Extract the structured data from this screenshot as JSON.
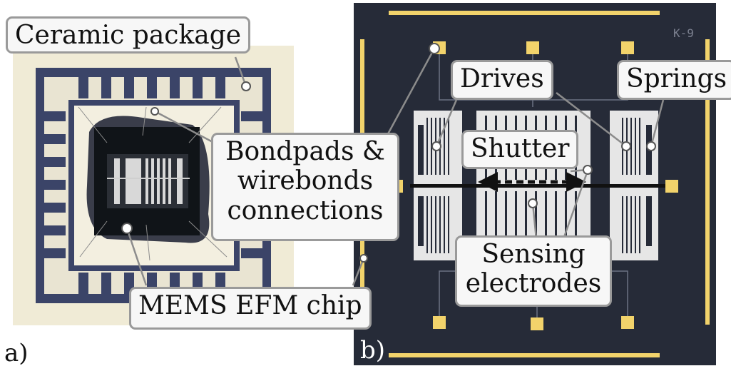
{
  "panel_a": {
    "letter": "a)",
    "labels": {
      "ceramic_package": "Ceramic package",
      "bondpads": [
        "Bondpads &",
        "wirebonds",
        "connections"
      ],
      "mems_chip": "MEMS EFM chip"
    }
  },
  "panel_b": {
    "letter": "b)",
    "die_mark": "K-9",
    "labels": {
      "drives": "Drives",
      "springs": "Springs",
      "shutter": "Shutter",
      "sensing": [
        "Sensing",
        "electrodes"
      ]
    }
  },
  "colors": {
    "die_background": "#262b38",
    "metal_pad": "#f2d36b",
    "structure": "#e6e6e6",
    "label_border": "#9a9a9a",
    "photo_board": "#f0ebd6",
    "package_blue": "#3b4468",
    "chip_dark": "#101418"
  }
}
